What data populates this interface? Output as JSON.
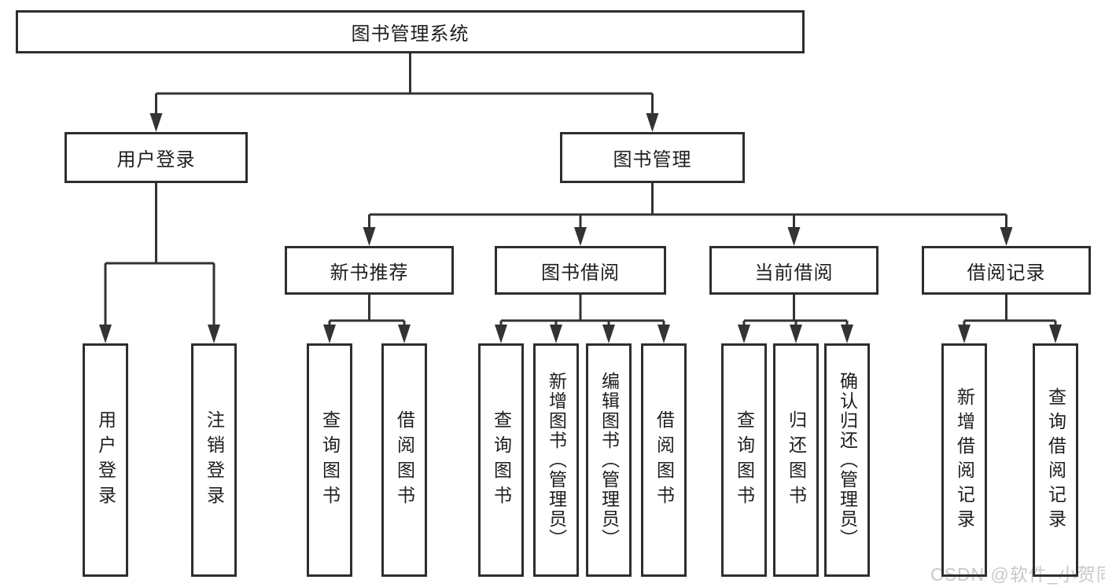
{
  "diagram": {
    "title": "图书管理系统",
    "branches": {
      "user_login": {
        "label": "用户登录",
        "children": [
          {
            "label": "用户登录"
          },
          {
            "label": "注销登录"
          }
        ]
      },
      "book_management": {
        "label": "图书管理",
        "children": [
          {
            "label": "新书推荐",
            "children": [
              {
                "label": "查询图书"
              },
              {
                "label": "借阅图书"
              }
            ]
          },
          {
            "label": "图书借阅",
            "children": [
              {
                "label": "查询图书"
              },
              {
                "label": "新增图书（管理员）"
              },
              {
                "label": "编辑图书（管理员）"
              },
              {
                "label": "借阅图书"
              }
            ]
          },
          {
            "label": "当前借阅",
            "children": [
              {
                "label": "查询图书"
              },
              {
                "label": "归还图书"
              },
              {
                "label": "确认归还（管理员）"
              }
            ]
          },
          {
            "label": "借阅记录",
            "children": [
              {
                "label": "新增借阅记录"
              },
              {
                "label": "查询借阅记录"
              }
            ]
          }
        ]
      }
    }
  },
  "watermark": {
    "text": "CSDN @软件_小贺同学"
  },
  "colors": {
    "line": "#333333",
    "box_border": "#2e2e2e",
    "text": "#1e1e1e",
    "background": "#ffffff",
    "watermark": "#c8c8c8"
  }
}
